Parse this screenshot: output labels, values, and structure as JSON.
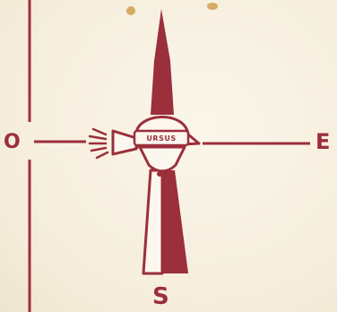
{
  "compass": {
    "west_label": "O",
    "east_label": "E",
    "south_label": "S"
  },
  "figure": {
    "helmet_text": "URSUS"
  },
  "colors": {
    "ink": "#9b2f3b",
    "paper": "#f7f0e0",
    "stain": "#c9953a"
  }
}
